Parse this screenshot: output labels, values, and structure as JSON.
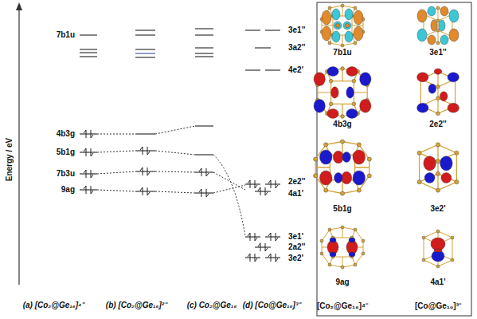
{
  "diagram": {
    "labels": [
      "Energy / eV",
      "7b1u",
      "4b3g",
      "5b1g",
      "7b3u",
      "9ag",
      "3e1''",
      "3a2''",
      "4e2'",
      "2e2''",
      "4a1'",
      "3e1'",
      "2a2''",
      "3e2'",
      "(a) [Co₂@Ge₁₆]⁴⁻",
      "(b) [Co₂@Ge₁₆]²⁻",
      "(c) Co₂@Ge₁₆",
      "(d) [Co@Ge₁₀]³⁻",
      "7b1u",
      "3e1''",
      "4b3g",
      "2e2''",
      "5b1g",
      "3e2'",
      "9ag",
      "4a1'",
      "[Co₂@Ge₁₆]⁴⁻",
      "[Co@Ge₁₀]³⁻"
    ]
  }
}
